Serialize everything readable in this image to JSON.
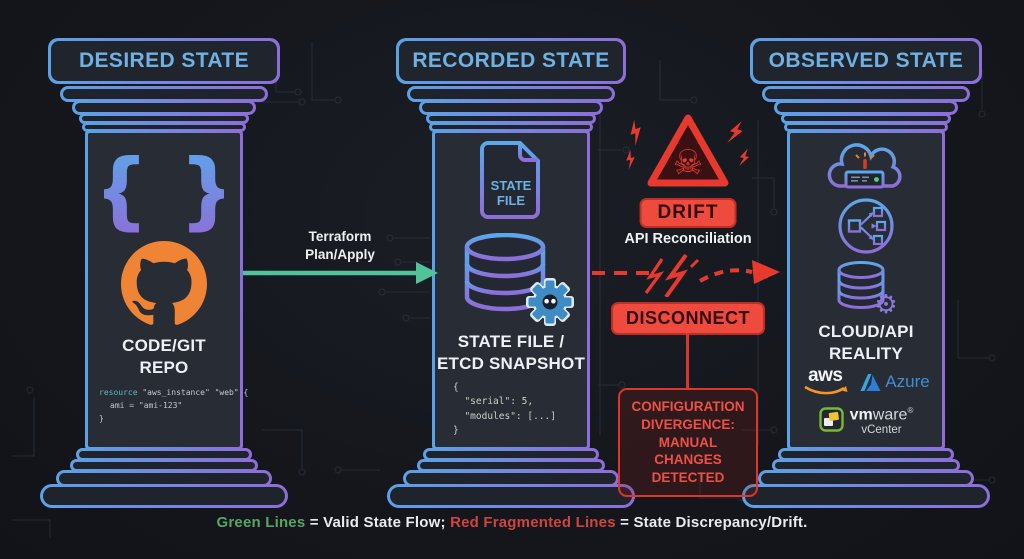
{
  "colors": {
    "accent_blue": "#5ba2e6",
    "accent_purple": "#8d6ed8",
    "header_text": "#6fb1e3",
    "green_flow": "#52c29b",
    "alert_red": "#e8392e",
    "github_orange": "#ee8434"
  },
  "icons": {
    "skull": "☠",
    "gear": "⚙",
    "braces": "{ }"
  },
  "desired": {
    "title": "DESIRED STATE",
    "caption": "CODE/GIT\nREPO",
    "code_kw": "resource",
    "code_rest": " \"aws_instance\" \"web\" {",
    "code_l2": "ami = \"ami-123\"",
    "code_l3": "}"
  },
  "recorded": {
    "title": "RECORDED STATE",
    "file_l1": "STATE",
    "file_l2": "FILE",
    "caption": "STATE FILE /\nETCD SNAPSHOT",
    "snippet": "{\n  \"serial\": 5,\n  \"modules\": [...]\n}"
  },
  "observed": {
    "title": "OBSERVED STATE",
    "caption": "CLOUD/API\nREALITY",
    "aws": "aws",
    "azure": "Azure",
    "vm": "vm",
    "ware": "ware",
    "reg": "®",
    "vcenter": "vCenter"
  },
  "green_flow": {
    "label": "Terraform\nPlan/Apply"
  },
  "drift_flow": {
    "badge": "DRIFT",
    "api": "API Reconciliation",
    "disconnect": "DISCONNECT",
    "divergence": "CONFIGURATION\nDIVERGENCE:\nMANUAL CHANGES\nDETECTED"
  },
  "legend": {
    "green": "Green Lines",
    "valid": " = Valid State Flow; ",
    "red": "Red Fragmented Lines",
    "drift": " = State Discrepancy/Drift."
  }
}
